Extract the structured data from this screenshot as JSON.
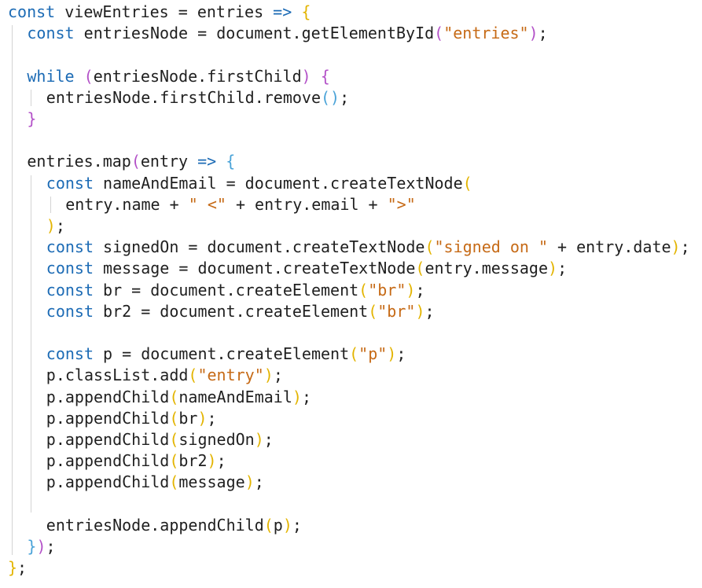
{
  "editor": {
    "colors": {
      "background": "#ffffff",
      "text": "#1f1f1f",
      "keyword": "#1c6bb5",
      "string": "#c66a16",
      "bracket_level_1": "#e3b400",
      "bracket_level_2": "#b351c8",
      "bracket_level_3": "#4aa3d8",
      "indent_guide": "#d4d4d4"
    },
    "lines": [
      {
        "indent": 0,
        "tokens": [
          {
            "t": "const",
            "c": "kw"
          },
          {
            "t": " viewEntries = entries ",
            "c": "id"
          },
          {
            "t": "=>",
            "c": "kw"
          },
          {
            "t": " ",
            "c": "id"
          },
          {
            "t": "{",
            "c": "b1"
          }
        ]
      },
      {
        "indent": 1,
        "tokens": [
          {
            "t": "const",
            "c": "kw"
          },
          {
            "t": " entriesNode = document.getElementById",
            "c": "id"
          },
          {
            "t": "(",
            "c": "b2"
          },
          {
            "t": "\"entries\"",
            "c": "str"
          },
          {
            "t": ")",
            "c": "b2"
          },
          {
            "t": ";",
            "c": "id"
          }
        ]
      },
      {
        "indent": 1,
        "tokens": []
      },
      {
        "indent": 1,
        "tokens": [
          {
            "t": "while",
            "c": "kw"
          },
          {
            "t": " ",
            "c": "id"
          },
          {
            "t": "(",
            "c": "b2"
          },
          {
            "t": "entriesNode.firstChild",
            "c": "id"
          },
          {
            "t": ")",
            "c": "b2"
          },
          {
            "t": " ",
            "c": "id"
          },
          {
            "t": "{",
            "c": "b2"
          }
        ]
      },
      {
        "indent": 2,
        "tokens": [
          {
            "t": "entriesNode.firstChild.remove",
            "c": "id"
          },
          {
            "t": "()",
            "c": "b3"
          },
          {
            "t": ";",
            "c": "id"
          }
        ]
      },
      {
        "indent": 1,
        "tokens": [
          {
            "t": "}",
            "c": "b2"
          }
        ]
      },
      {
        "indent": 1,
        "tokens": []
      },
      {
        "indent": 1,
        "tokens": [
          {
            "t": "entries.map",
            "c": "id"
          },
          {
            "t": "(",
            "c": "b2"
          },
          {
            "t": "entry ",
            "c": "id"
          },
          {
            "t": "=>",
            "c": "kw"
          },
          {
            "t": " ",
            "c": "id"
          },
          {
            "t": "{",
            "c": "b3"
          }
        ]
      },
      {
        "indent": 2,
        "tokens": [
          {
            "t": "const",
            "c": "kw"
          },
          {
            "t": " nameAndEmail = document.createTextNode",
            "c": "id"
          },
          {
            "t": "(",
            "c": "b1"
          }
        ]
      },
      {
        "indent": 3,
        "tokens": [
          {
            "t": "entry.name + ",
            "c": "id"
          },
          {
            "t": "\" <\"",
            "c": "str"
          },
          {
            "t": " + entry.email + ",
            "c": "id"
          },
          {
            "t": "\">\"",
            "c": "str"
          }
        ]
      },
      {
        "indent": 2,
        "tokens": [
          {
            "t": ")",
            "c": "b1"
          },
          {
            "t": ";",
            "c": "id"
          }
        ]
      },
      {
        "indent": 2,
        "tokens": [
          {
            "t": "const",
            "c": "kw"
          },
          {
            "t": " signedOn = document.createTextNode",
            "c": "id"
          },
          {
            "t": "(",
            "c": "b1"
          },
          {
            "t": "\"signed on \"",
            "c": "str"
          },
          {
            "t": " + entry.date",
            "c": "id"
          },
          {
            "t": ")",
            "c": "b1"
          },
          {
            "t": ";",
            "c": "id"
          }
        ]
      },
      {
        "indent": 2,
        "tokens": [
          {
            "t": "const",
            "c": "kw"
          },
          {
            "t": " message = document.createTextNode",
            "c": "id"
          },
          {
            "t": "(",
            "c": "b1"
          },
          {
            "t": "entry.message",
            "c": "id"
          },
          {
            "t": ")",
            "c": "b1"
          },
          {
            "t": ";",
            "c": "id"
          }
        ]
      },
      {
        "indent": 2,
        "tokens": [
          {
            "t": "const",
            "c": "kw"
          },
          {
            "t": " br = document.createElement",
            "c": "id"
          },
          {
            "t": "(",
            "c": "b1"
          },
          {
            "t": "\"br\"",
            "c": "str"
          },
          {
            "t": ")",
            "c": "b1"
          },
          {
            "t": ";",
            "c": "id"
          }
        ]
      },
      {
        "indent": 2,
        "tokens": [
          {
            "t": "const",
            "c": "kw"
          },
          {
            "t": " br2 = document.createElement",
            "c": "id"
          },
          {
            "t": "(",
            "c": "b1"
          },
          {
            "t": "\"br\"",
            "c": "str"
          },
          {
            "t": ")",
            "c": "b1"
          },
          {
            "t": ";",
            "c": "id"
          }
        ]
      },
      {
        "indent": 2,
        "tokens": []
      },
      {
        "indent": 2,
        "tokens": [
          {
            "t": "const",
            "c": "kw"
          },
          {
            "t": " p = document.createElement",
            "c": "id"
          },
          {
            "t": "(",
            "c": "b1"
          },
          {
            "t": "\"p\"",
            "c": "str"
          },
          {
            "t": ")",
            "c": "b1"
          },
          {
            "t": ";",
            "c": "id"
          }
        ]
      },
      {
        "indent": 2,
        "tokens": [
          {
            "t": "p.classList.add",
            "c": "id"
          },
          {
            "t": "(",
            "c": "b1"
          },
          {
            "t": "\"entry\"",
            "c": "str"
          },
          {
            "t": ")",
            "c": "b1"
          },
          {
            "t": ";",
            "c": "id"
          }
        ]
      },
      {
        "indent": 2,
        "tokens": [
          {
            "t": "p.appendChild",
            "c": "id"
          },
          {
            "t": "(",
            "c": "b1"
          },
          {
            "t": "nameAndEmail",
            "c": "id"
          },
          {
            "t": ")",
            "c": "b1"
          },
          {
            "t": ";",
            "c": "id"
          }
        ]
      },
      {
        "indent": 2,
        "tokens": [
          {
            "t": "p.appendChild",
            "c": "id"
          },
          {
            "t": "(",
            "c": "b1"
          },
          {
            "t": "br",
            "c": "id"
          },
          {
            "t": ")",
            "c": "b1"
          },
          {
            "t": ";",
            "c": "id"
          }
        ]
      },
      {
        "indent": 2,
        "tokens": [
          {
            "t": "p.appendChild",
            "c": "id"
          },
          {
            "t": "(",
            "c": "b1"
          },
          {
            "t": "signedOn",
            "c": "id"
          },
          {
            "t": ")",
            "c": "b1"
          },
          {
            "t": ";",
            "c": "id"
          }
        ]
      },
      {
        "indent": 2,
        "tokens": [
          {
            "t": "p.appendChild",
            "c": "id"
          },
          {
            "t": "(",
            "c": "b1"
          },
          {
            "t": "br2",
            "c": "id"
          },
          {
            "t": ")",
            "c": "b1"
          },
          {
            "t": ";",
            "c": "id"
          }
        ]
      },
      {
        "indent": 2,
        "tokens": [
          {
            "t": "p.appendChild",
            "c": "id"
          },
          {
            "t": "(",
            "c": "b1"
          },
          {
            "t": "message",
            "c": "id"
          },
          {
            "t": ")",
            "c": "b1"
          },
          {
            "t": ";",
            "c": "id"
          }
        ]
      },
      {
        "indent": 2,
        "tokens": []
      },
      {
        "indent": 2,
        "tokens": [
          {
            "t": "entriesNode.appendChild",
            "c": "id"
          },
          {
            "t": "(",
            "c": "b1"
          },
          {
            "t": "p",
            "c": "id"
          },
          {
            "t": ")",
            "c": "b1"
          },
          {
            "t": ";",
            "c": "id"
          }
        ]
      },
      {
        "indent": 1,
        "tokens": [
          {
            "t": "}",
            "c": "b3"
          },
          {
            "t": ")",
            "c": "b2"
          },
          {
            "t": ";",
            "c": "id"
          }
        ]
      },
      {
        "indent": 0,
        "tokens": [
          {
            "t": "}",
            "c": "b1"
          },
          {
            "t": ";",
            "c": "id"
          }
        ]
      }
    ],
    "guides": [
      {
        "level": 1,
        "from": 1,
        "to": 25
      },
      {
        "level": 2,
        "from": 4,
        "to": 4
      },
      {
        "level": 2,
        "from": 8,
        "to": 23
      },
      {
        "level": 3,
        "from": 9,
        "to": 9
      }
    ]
  }
}
